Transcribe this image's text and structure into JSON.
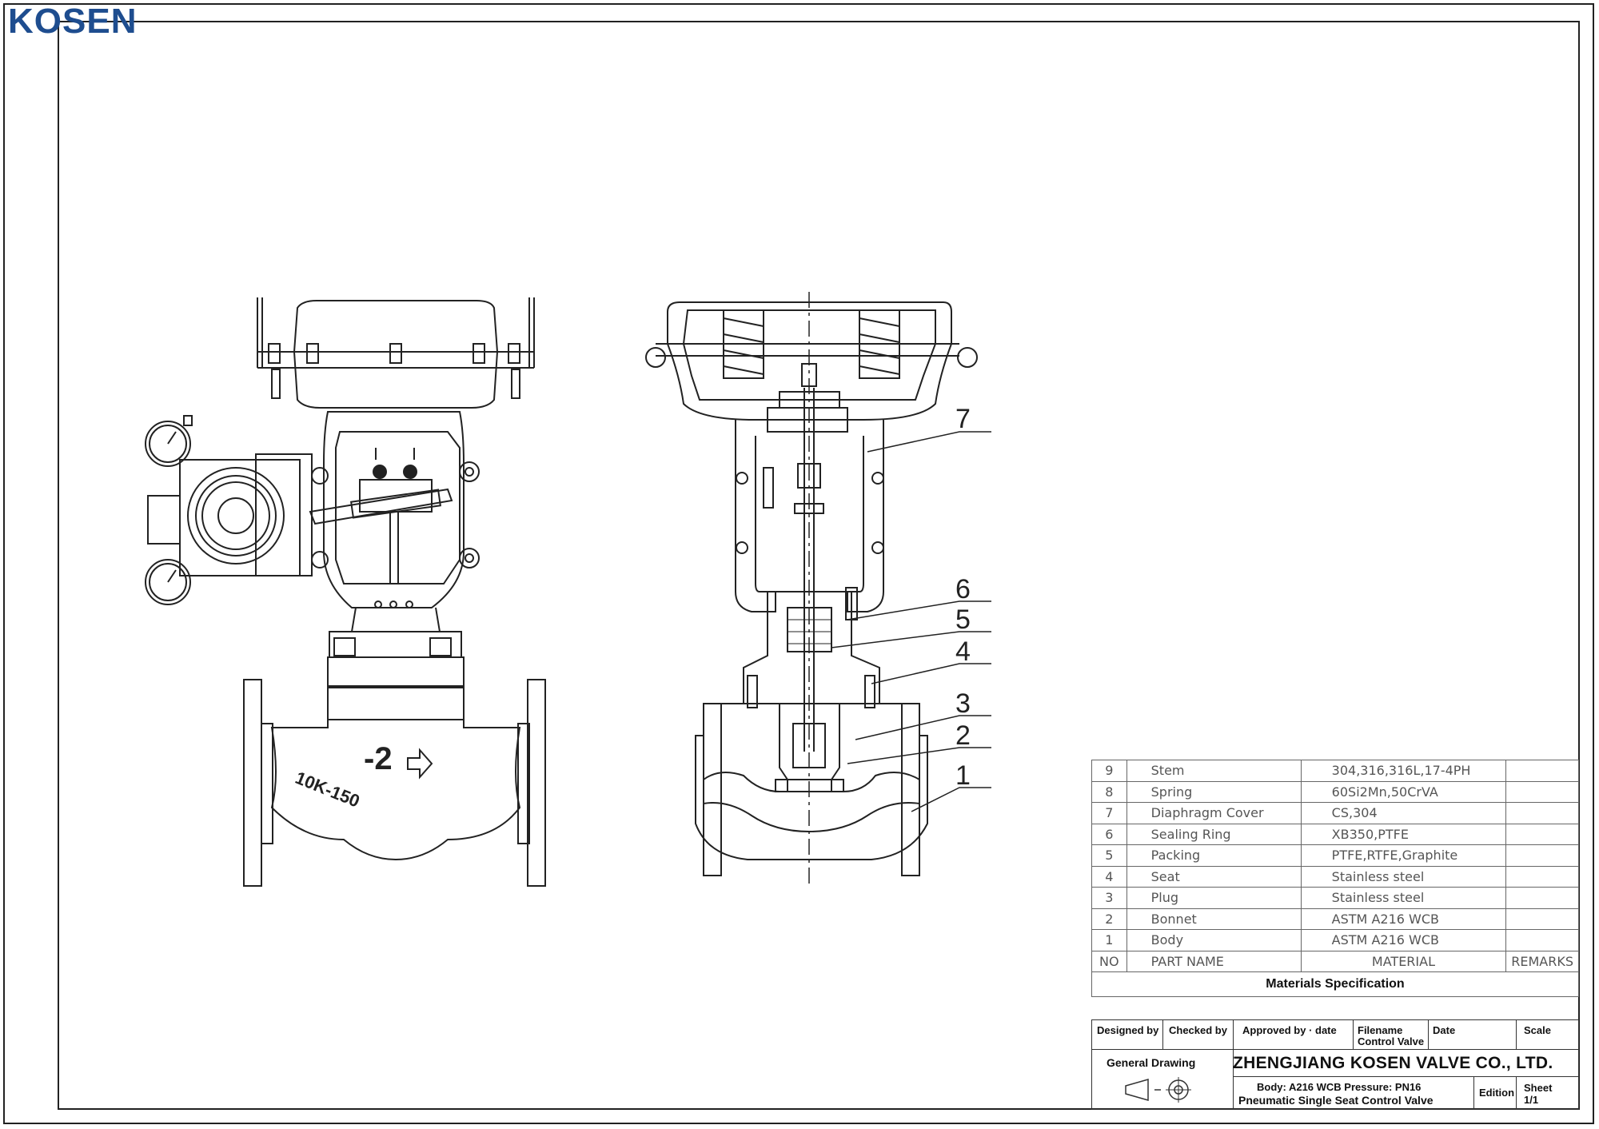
{
  "logo": {
    "text": "KOSEN",
    "color": "#1e4d8f"
  },
  "drawing": {
    "front_view": {
      "flow_label": "-2",
      "flange_marking": "10K-150"
    },
    "section_view": {
      "callouts": [
        "7",
        "6",
        "5",
        "4",
        "3",
        "2",
        "1"
      ]
    }
  },
  "materials": {
    "rows": [
      {
        "no": "9",
        "name": "Stem",
        "material": "304,316,316L,17-4PH",
        "remarks": ""
      },
      {
        "no": "8",
        "name": "Spring",
        "material": "60Si2Mn,50CrVA",
        "remarks": ""
      },
      {
        "no": "7",
        "name": "Diaphragm Cover",
        "material": "CS,304",
        "remarks": ""
      },
      {
        "no": "6",
        "name": "Sealing Ring",
        "material": "XB350,PTFE",
        "remarks": ""
      },
      {
        "no": "5",
        "name": "Packing",
        "material": "PTFE,RTFE,Graphite",
        "remarks": ""
      },
      {
        "no": "4",
        "name": "Seat",
        "material": "Stainless steel",
        "remarks": ""
      },
      {
        "no": "3",
        "name": "Plug",
        "material": "Stainless steel",
        "remarks": ""
      },
      {
        "no": "2",
        "name": "Bonnet",
        "material": "ASTM A216 WCB",
        "remarks": ""
      },
      {
        "no": "1",
        "name": "Body",
        "material": "ASTM A216 WCB",
        "remarks": ""
      }
    ],
    "header": {
      "no": "NO",
      "name": "PART NAME",
      "material": "MATERIAL",
      "remarks": "REMARKS"
    },
    "caption": "Materials Specification"
  },
  "title_block": {
    "designed_by": "Designed by",
    "checked_by": "Checked by",
    "approved_by": "Approved by · date",
    "filename_label": "Filename",
    "filename_value": "Control Valve",
    "date_label": "Date",
    "scale_label": "Scale",
    "general_drawing": "General Drawing",
    "company": "ZHENGJIANG KOSEN VALVE CO., LTD.",
    "body_line": "Body: A216 WCB  Pressure: PN16",
    "description": "Pneumatic Single Seat Control Valve",
    "edition_label": "Edition",
    "sheet_label": "Sheet",
    "sheet_value": "1/1"
  }
}
